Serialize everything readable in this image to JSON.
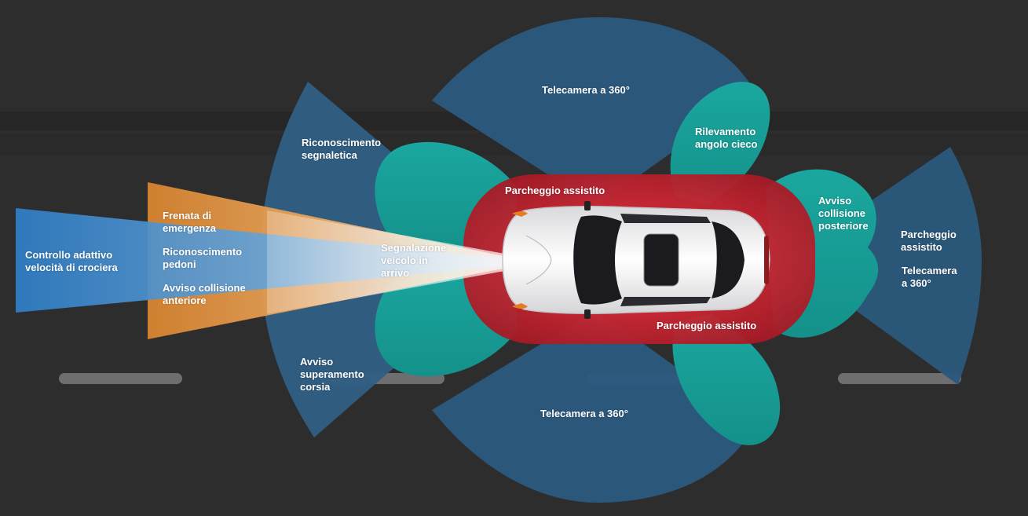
{
  "colors": {
    "background": "#2e2d2e",
    "road_band": "#272627",
    "lane_marking": "#6e6d70",
    "camera_360": "#2b5a80",
    "signs_lane_sensor": "#2f5f84",
    "rear_sensor": "#2a587c",
    "teal_zone": "#179c94",
    "parking_zone": "#b81f2a",
    "emergency_braking": "#e08a36",
    "adaptive_cruise": "#2f7fc7",
    "car_body": "#f1f1f3",
    "car_glass": "#1b1b1f"
  },
  "labels": {
    "adaptive_cruise": "Controllo adattivo\nvelocità di crociera",
    "emergency_braking": "Frenata di\nemergenza",
    "pedestrian_recognition": "Riconoscimento\npedoni",
    "front_collision": "Avviso collisione\nanteriore",
    "sign_recognition": "Riconoscimento\nsegnaletica",
    "lane_departure": "Avviso\nsuperamento\ncorsia",
    "cross_traffic": "Segnalazione\nveicolo in\narrivo",
    "parking_assist_top": "Parcheggio assistito",
    "parking_assist_bottom": "Parcheggio assistito",
    "camera_360_top": "Telecamera a 360°",
    "camera_360_bottom": "Telecamera a 360°",
    "blind_spot": "Rilevamento\nangolo cieco",
    "rear_collision": "Avviso\ncollisione\nposteriore",
    "rear_parking_assist": "Parcheggio\nassistito",
    "rear_camera_360": "Telecamera\na 360°"
  }
}
